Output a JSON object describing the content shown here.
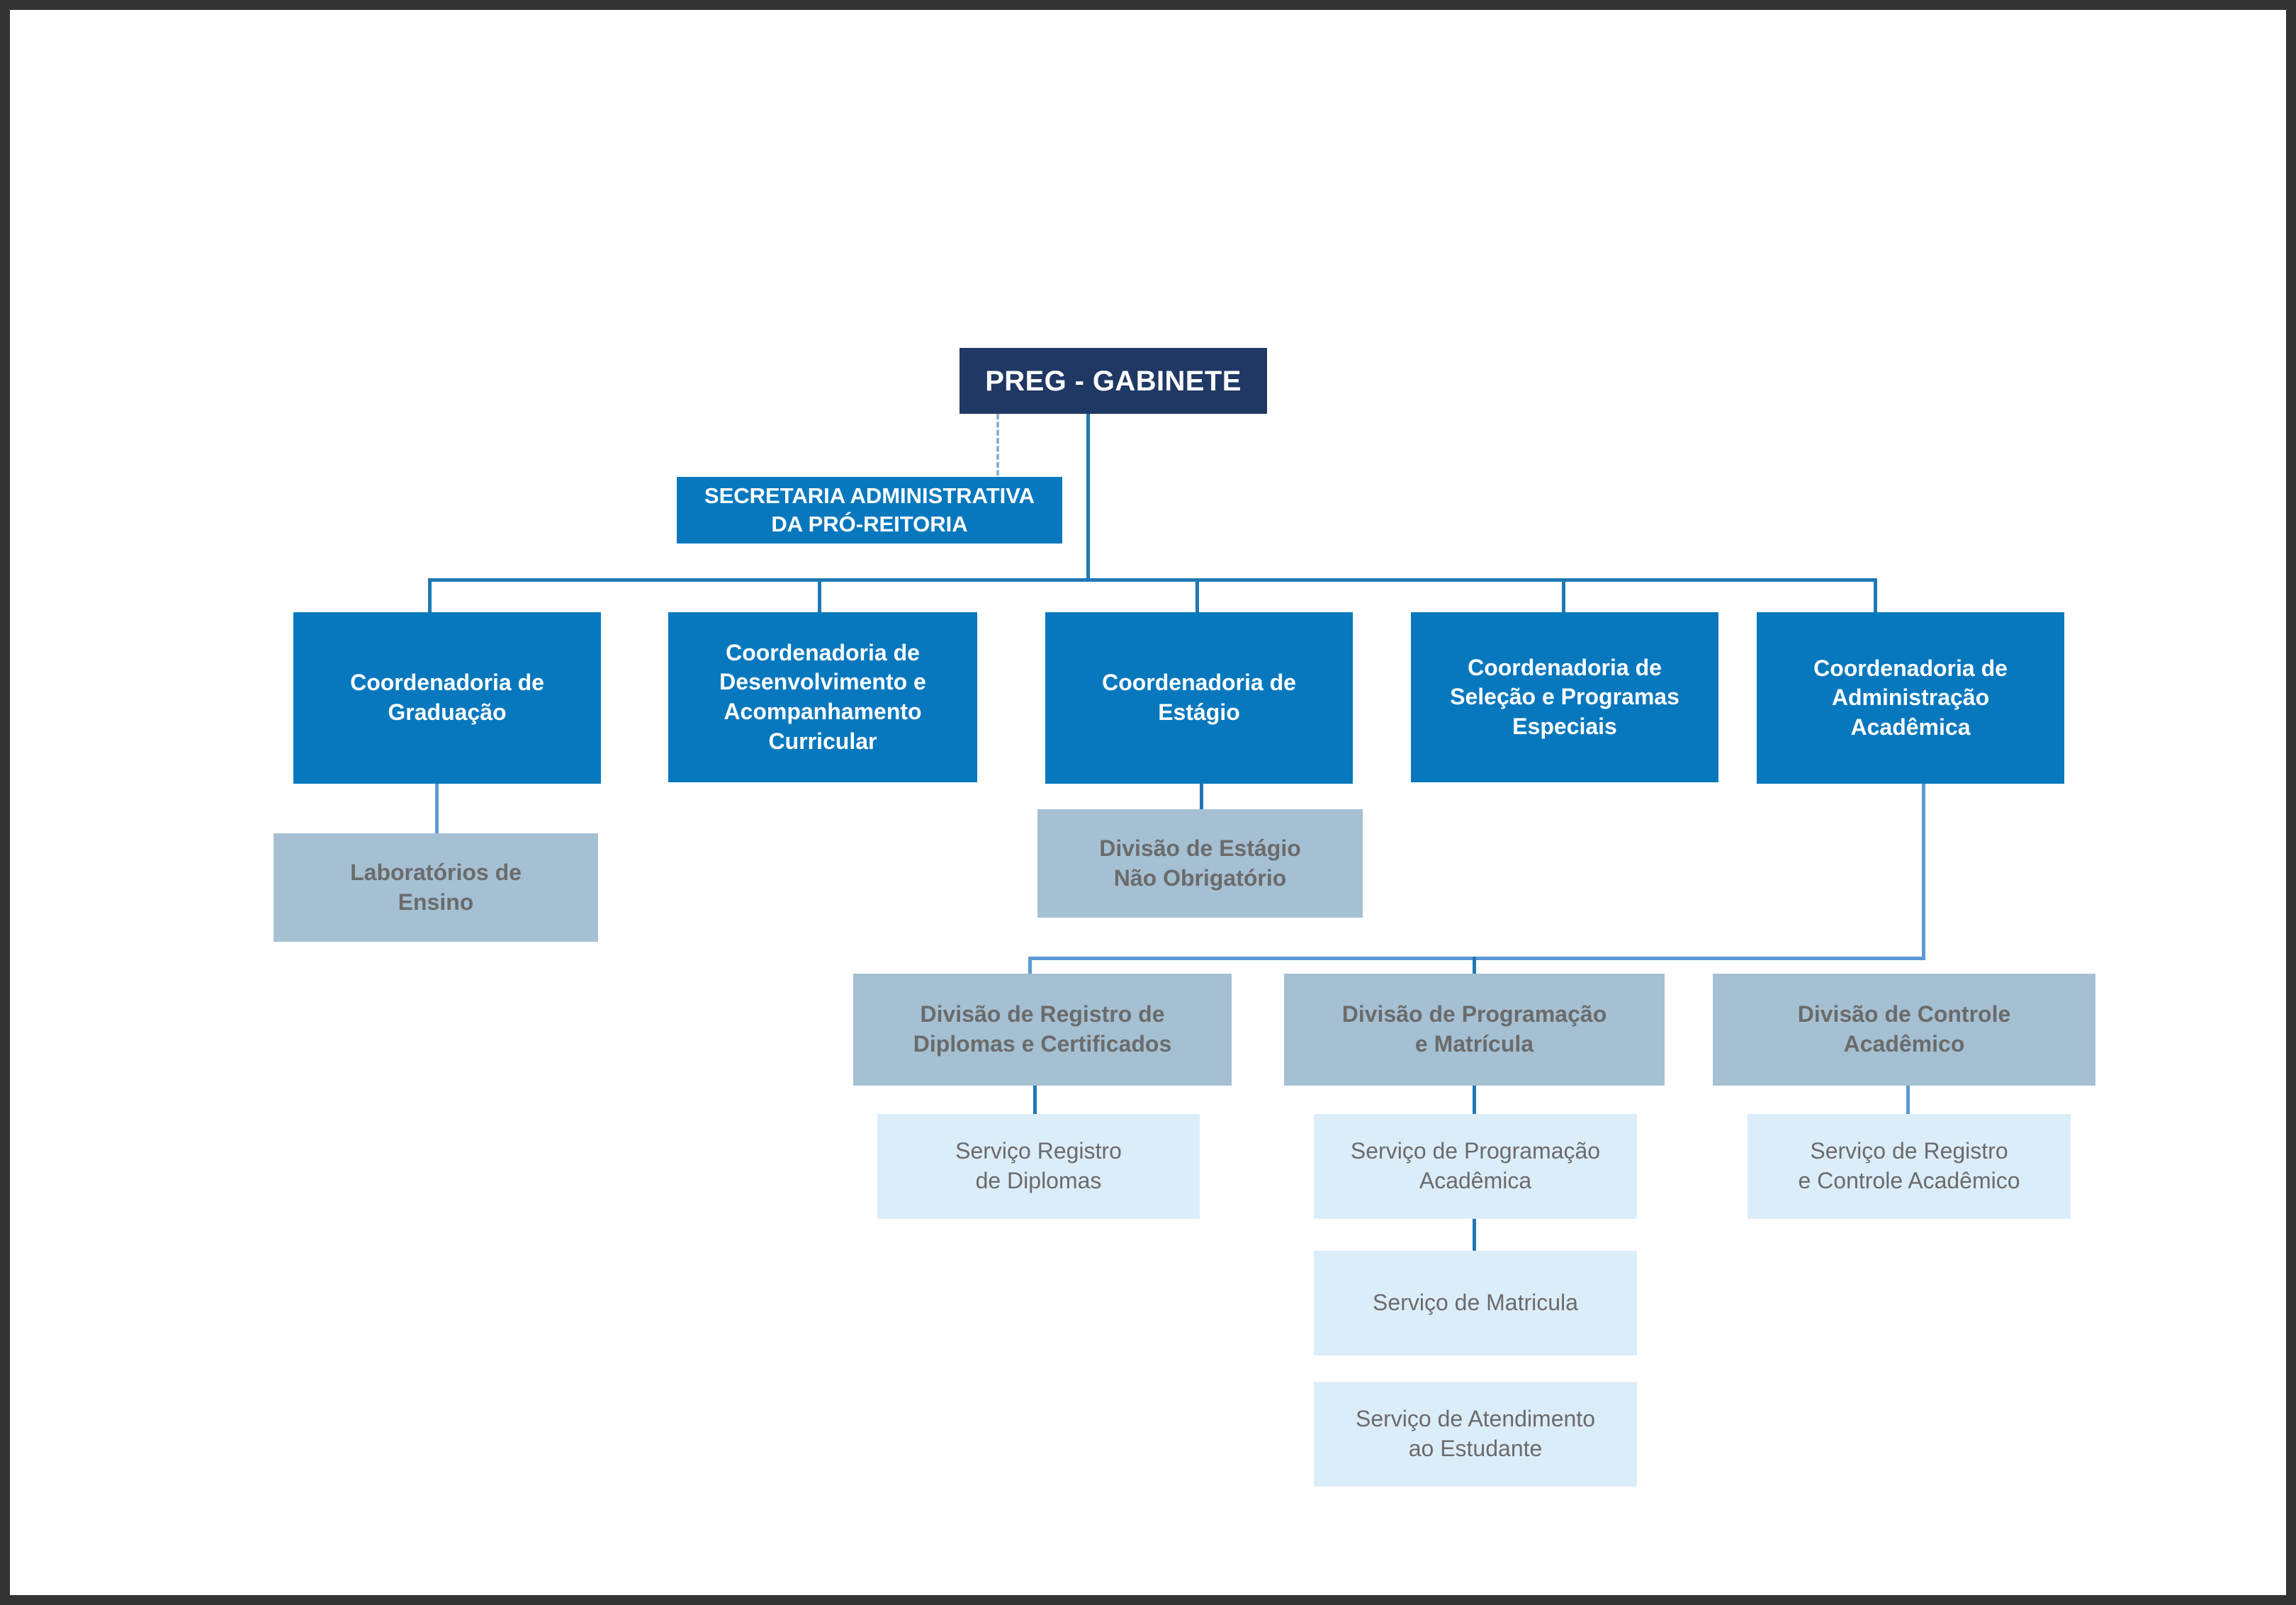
{
  "chart": {
    "title": "PREG - Organograma",
    "type": "org-chart",
    "colors": {
      "root_box": "#1f3864",
      "level2_box": "#0878be",
      "division_box": "#a5c0d3",
      "service_box": "#dcedfa",
      "connector": "#1f78b4",
      "connector_light": "#5b9bd5",
      "frame": "#333333",
      "canvas": "#ffffff",
      "white_text": "#ffffff",
      "gray_text": "#6b6b6b"
    }
  },
  "nodes": {
    "root": {
      "label": "PREG - GABINETE"
    },
    "secretaria": {
      "label": "SECRETARIA  ADMINISTRATIVA\nDA PRÓ-REITORIA"
    },
    "coord_graduacao": {
      "label": "Coordenadoria de\nGraduação"
    },
    "coord_desenvolvimento": {
      "label": "Coordenadoria de\nDesenvolvimento e\nAcompanhamento\nCurricular"
    },
    "coord_estagio": {
      "label": "Coordenadoria de\nEstágio"
    },
    "coord_selecao": {
      "label": "Coordenadoria de\nSeleção e Programas\nEspeciais"
    },
    "coord_administracao": {
      "label": "Coordenadoria de\nAdministração\nAcadêmica"
    },
    "lab_ensino": {
      "label": "Laboratórios de\nEnsino"
    },
    "div_estagio": {
      "label": "Divisão de Estágio\nNão Obrigatório"
    },
    "div_diplomas": {
      "label": "Divisão de Registro de\nDiplomas e Certificados"
    },
    "div_programacao": {
      "label": "Divisão de Programação\ne Matrícula"
    },
    "div_controle": {
      "label": "Divisão de Controle\nAcadêmico"
    },
    "serv_diplomas": {
      "label": "Serviço Registro\nde Diplomas"
    },
    "serv_programacao": {
      "label": "Serviço de Programação\nAcadêmica"
    },
    "serv_matricula": {
      "label": "Serviço de Matricula"
    },
    "serv_atendimento": {
      "label": "Serviço de Atendimento\nao Estudante"
    },
    "serv_registro_controle": {
      "label": "Serviço de Registro\ne Controle Acadêmico"
    }
  }
}
